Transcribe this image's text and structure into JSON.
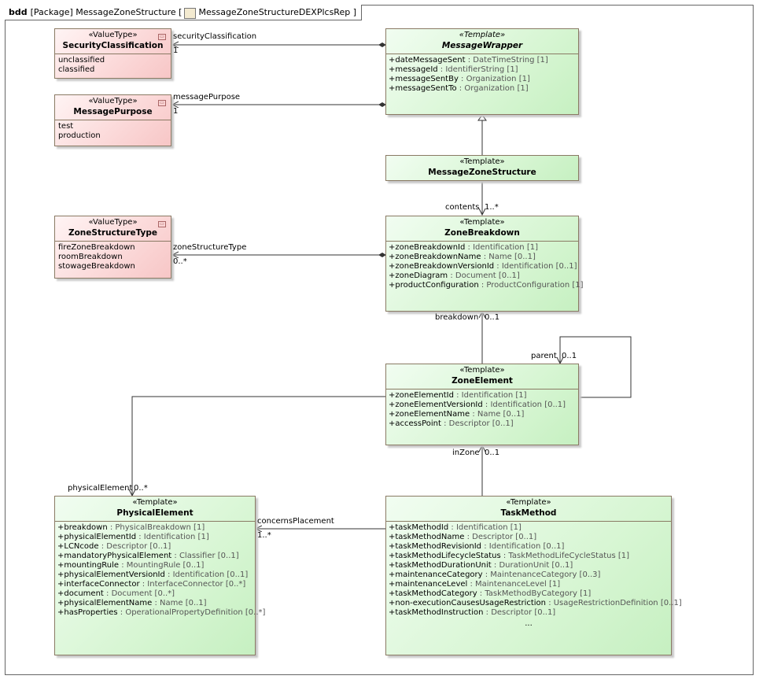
{
  "frame": {
    "kind": "bdd",
    "scope": "[Package] MessageZoneStructure [",
    "icon": "package-diagram-icon",
    "diagram": "MessageZoneStructureDEXPlcsRep",
    "close": "]"
  },
  "classes": {
    "security_classification": {
      "stereotype": "«ValueType»",
      "name": "SecurityClassification",
      "literals": [
        "unclassified",
        "classified"
      ]
    },
    "message_purpose": {
      "stereotype": "«ValueType»",
      "name": "MessagePurpose",
      "literals": [
        "test",
        "production"
      ]
    },
    "zone_structure_type": {
      "stereotype": "«ValueType»",
      "name": "ZoneStructureType",
      "literals": [
        "fireZoneBreakdown",
        "roomBreakdown",
        "stowageBreakdown"
      ]
    },
    "message_wrapper": {
      "stereotype": "«Template»",
      "name": "MessageWrapper",
      "attrs": [
        {
          "n": "+dateMessageSent",
          "t": " : DateTimeString [1]"
        },
        {
          "n": "+messageId",
          "t": " : IdentifierString [1]"
        },
        {
          "n": "+messageSentBy",
          "t": " : Organization [1]"
        },
        {
          "n": "+messageSentTo",
          "t": " : Organization [1]"
        }
      ]
    },
    "message_zone_structure": {
      "stereotype": "«Template»",
      "name": "MessageZoneStructure"
    },
    "zone_breakdown": {
      "stereotype": "«Template»",
      "name": "ZoneBreakdown",
      "attrs": [
        {
          "n": "+zoneBreakdownId",
          "t": " : Identification [1]"
        },
        {
          "n": "+zoneBreakdownName",
          "t": " : Name [0..1]"
        },
        {
          "n": "+zoneBreakdownVersionId",
          "t": " : Identification [0..1]"
        },
        {
          "n": "+zoneDiagram",
          "t": " : Document [0..1]"
        },
        {
          "n": "+productConfiguration",
          "t": " : ProductConfiguration [1]"
        }
      ]
    },
    "zone_element": {
      "stereotype": "«Template»",
      "name": "ZoneElement",
      "attrs": [
        {
          "n": "+zoneElementId",
          "t": " : Identification [1]"
        },
        {
          "n": "+zoneElementVersionId",
          "t": " : Identification [0..1]"
        },
        {
          "n": "+zoneElementName",
          "t": " : Name [0..1]"
        },
        {
          "n": "+accessPoint",
          "t": " : Descriptor [0..1]"
        }
      ]
    },
    "physical_element": {
      "stereotype": "«Template»",
      "name": "PhysicalElement",
      "attrs": [
        {
          "n": "+breakdown",
          "t": " : PhysicalBreakdown [1]"
        },
        {
          "n": "+physicalElementId",
          "t": " : Identification [1]"
        },
        {
          "n": "+LCNcode",
          "t": " : Descriptor [0..1]"
        },
        {
          "n": "+mandatoryPhysicalElement",
          "t": " : Classifier [0..1]"
        },
        {
          "n": "+mountingRule",
          "t": " : MountingRule [0..1]"
        },
        {
          "n": "+physicalElementVersionId",
          "t": " : Identification [0..1]"
        },
        {
          "n": "+interfaceConnector",
          "t": " : InterfaceConnector [0..*]"
        },
        {
          "n": "+document",
          "t": " : Document [0..*]"
        },
        {
          "n": "+physicalElementName",
          "t": " : Name [0..1]"
        },
        {
          "n": "+hasProperties",
          "t": " : OperationalPropertyDefinition [0..*]"
        }
      ]
    },
    "task_method": {
      "stereotype": "«Template»",
      "name": "TaskMethod",
      "ellipsis": "...",
      "attrs": [
        {
          "n": "+taskMethodId",
          "t": " : Identification [1]"
        },
        {
          "n": "+taskMethodName",
          "t": " : Descriptor [0..1]"
        },
        {
          "n": "+taskMethodRevisionId",
          "t": " : Identification [0..1]"
        },
        {
          "n": "+taskMethodLifecycleStatus",
          "t": " : TaskMethodLifeCycleStatus [1]"
        },
        {
          "n": "+taskMethodDurationUnit",
          "t": " : DurationUnit [0..1]"
        },
        {
          "n": "+maintenanceCategory",
          "t": " : MaintenanceCategory [0..3]"
        },
        {
          "n": "+maintenanceLevel",
          "t": " : MaintenanceLevel [1]"
        },
        {
          "n": "+taskMethodCategory",
          "t": " : TaskMethodByCategory [1]"
        },
        {
          "n": "+non-executionCausesUsageRestriction",
          "t": " : UsageRestrictionDefinition [0..1]"
        },
        {
          "n": "+taskMethodInstruction",
          "t": " : Descriptor [0..1]"
        }
      ]
    }
  },
  "labels": {
    "security_role": "securityClassification",
    "security_mult": "1",
    "purpose_role": "messagePurpose",
    "purpose_mult": "1",
    "contents_role": "contents",
    "contents_mult": "1..*",
    "zst_role": "zoneStructureType",
    "zst_mult": "0..*",
    "breakdown_role": "breakdown",
    "breakdown_mult": "0..1",
    "parent_role": "parent",
    "parent_mult": "0..1",
    "inzone_role": "inZone",
    "inzone_mult": "0..1",
    "physical_role": "physicalElement",
    "physical_mult": "0..*",
    "placement_role": "concernsPlacement",
    "placement_mult": "1..*"
  }
}
